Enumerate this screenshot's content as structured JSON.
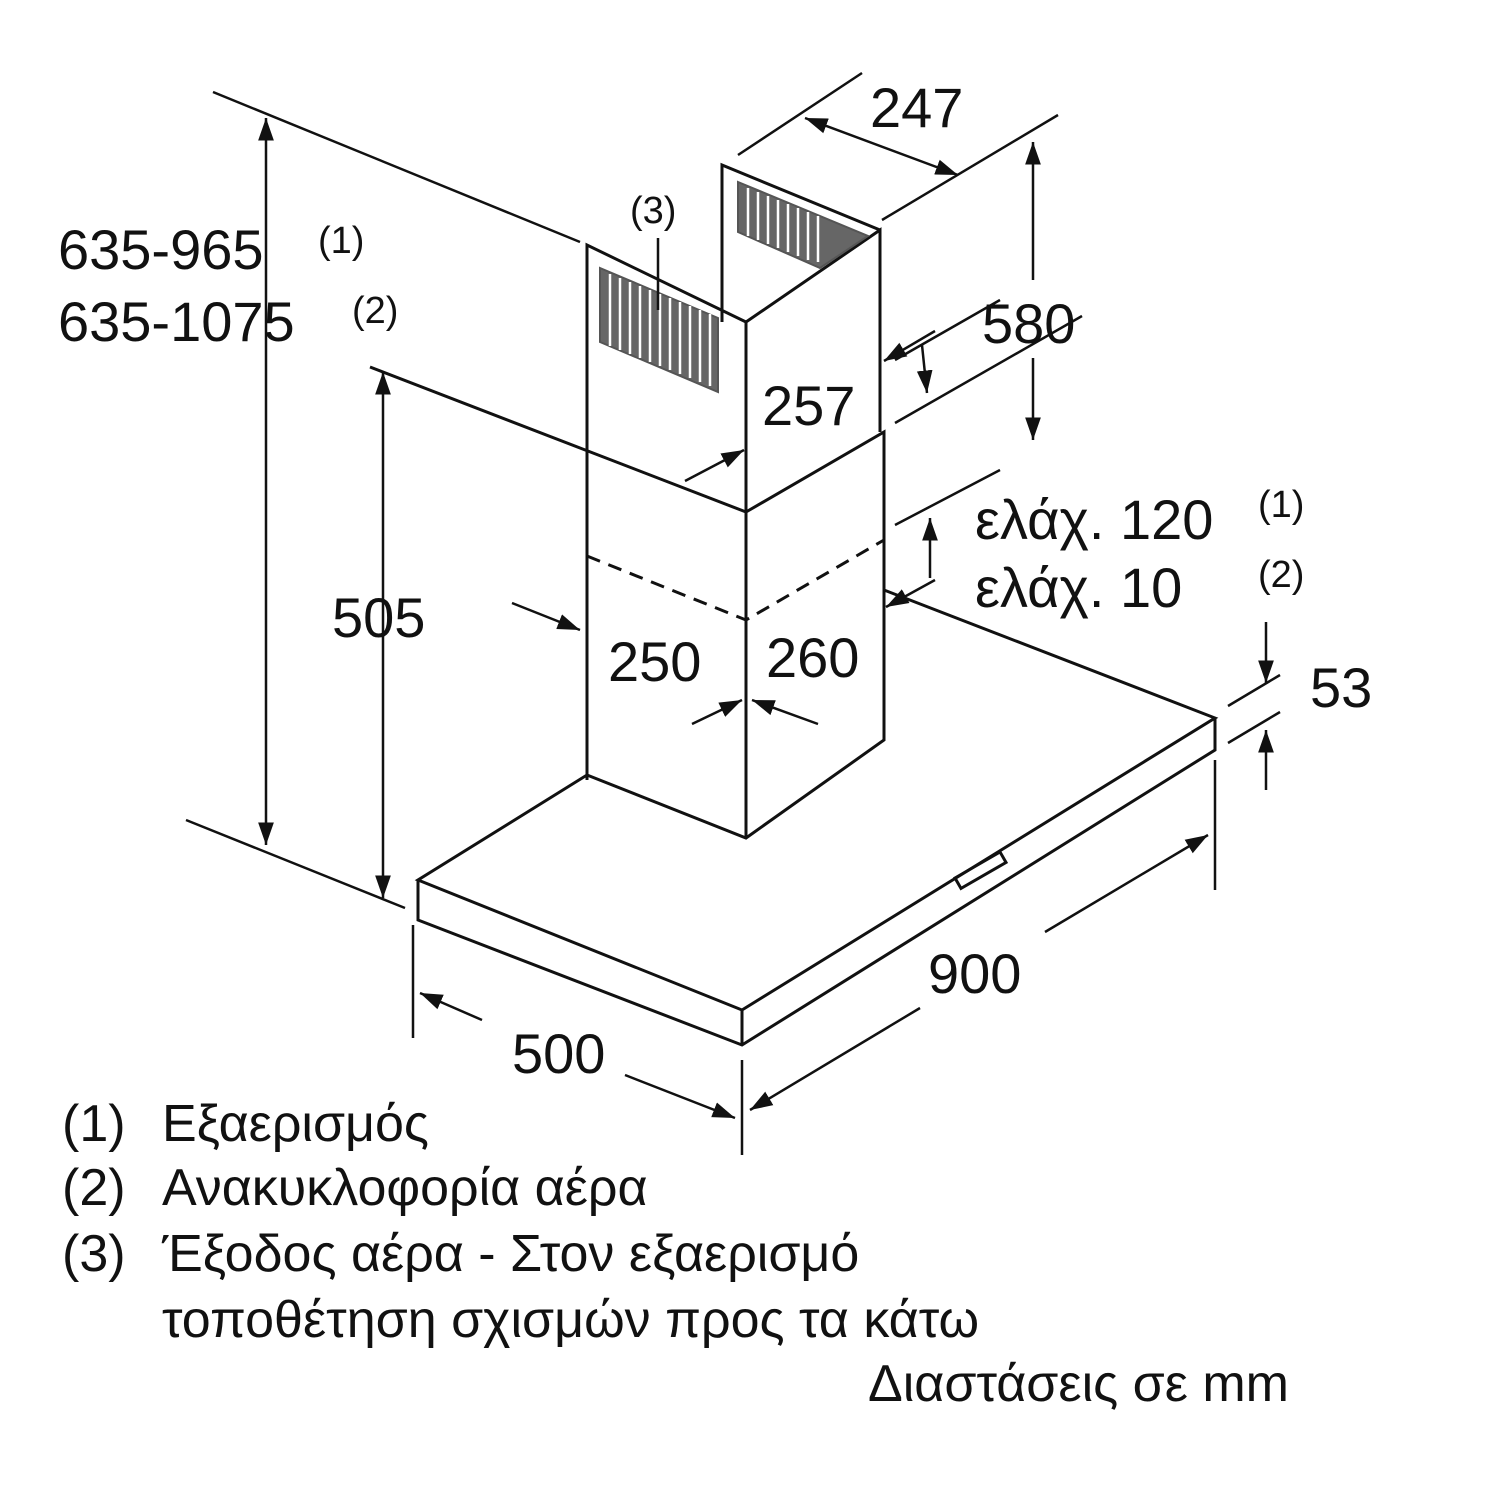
{
  "dimensions": {
    "chimney_depth": "247",
    "chimney_height": "580",
    "chimney_inner_width": "257",
    "total_height_1": "635-965",
    "total_height_1_note": "(1)",
    "total_height_2": "635-1075",
    "total_height_2_note": "(2)",
    "outlet_note": "(3)",
    "lower_height": "505",
    "lower_width": "250",
    "lower_depth": "260",
    "min_gap_1": "ελάχ. 120",
    "min_gap_1_note": "(1)",
    "min_gap_2": "ελάχ. 10",
    "min_gap_2_note": "(2)",
    "canopy_thickness": "53",
    "canopy_width": "900",
    "canopy_depth": "500"
  },
  "legend": [
    {
      "marker": "(1)",
      "text": "Εξαερισμός"
    },
    {
      "marker": "(2)",
      "text": "Ανακυκλοφορία αέρα"
    },
    {
      "marker": "(3)",
      "text": "Έξοδος αέρα - Στον εξαερισμό"
    },
    {
      "marker": "",
      "text": "τοποθέτηση σχισμών προς τα κάτω"
    }
  ],
  "units_note": "Διαστάσεις σε mm",
  "colors": {
    "line": "#111111",
    "vent": "#555555"
  }
}
